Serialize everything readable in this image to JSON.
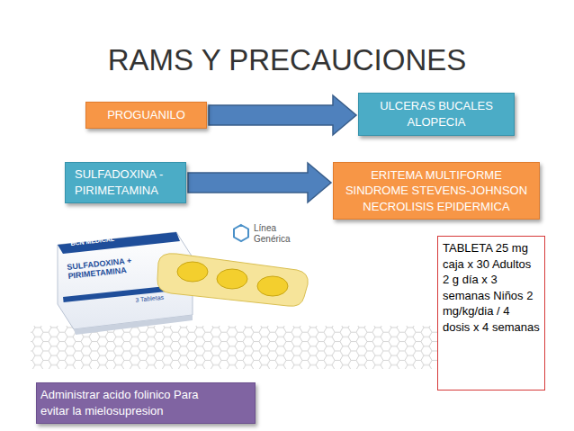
{
  "diagram": {
    "title": "RAMS Y PRECAUCIONES",
    "nodes": [
      {
        "text": [
          "PROGUANILO"
        ]
      },
      {
        "text": [
          "ULCERAS BUCALES ALOPECIA"
        ]
      },
      {
        "text": [
          "SULFADOXINA - PIRIMETAMINA"
        ]
      },
      {
        "text": [
          "ERITEMA MULTIFORME SINDROME STEVENS-JOHNSON NECROLISIS EPIDERMICA"
        ]
      },
      {
        "text": [
          "TABLETA 25 mg caja x 30 Adultos 2 g día x 3 semanas Niños 2 mg/kg/dia / 4 dosis x 4 semanas"
        ]
      },
      {
        "text": [
          "Administrar acido folinico Para evitar la mielosupresion"
        ]
      }
    ],
    "edges": [
      {
        "from": 0,
        "to": 1,
        "arrow": "to"
      },
      {
        "from": 2,
        "to": 3,
        "arrow": "to"
      }
    ],
    "labels": [
      "Línea Genérica",
      "BCN MEDICAL",
      "SULFADOXINA + PIRIMETAMINA",
      "3 Tabletas"
    ]
  }
}
